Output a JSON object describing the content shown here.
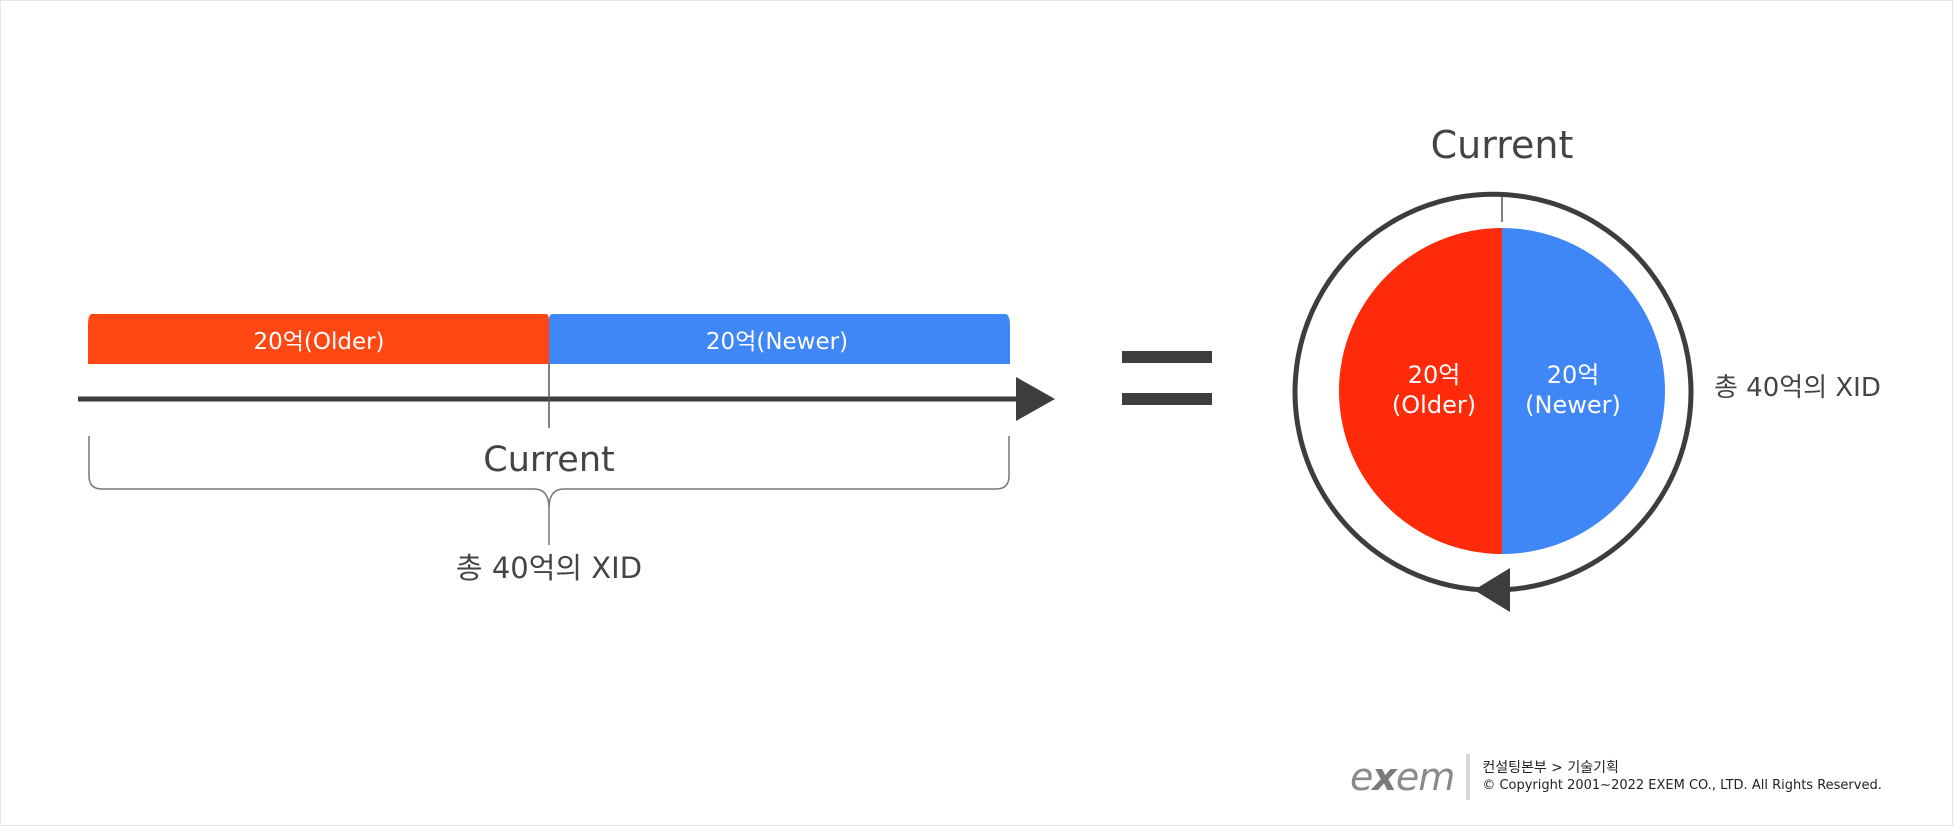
{
  "diagram": {
    "linear": {
      "older_label": "20억(Older)",
      "newer_label": "20억(Newer)",
      "current_label": "Current",
      "total_label": "총 40억의 XID"
    },
    "equals_symbol": "=",
    "circular": {
      "current_label": "Current",
      "older_line1": "20억",
      "older_line2": "(Older)",
      "newer_line1": "20억",
      "newer_line2": "(Newer)",
      "total_label": "총 40억의 XID"
    },
    "colors": {
      "older_bar": "#ff4714",
      "newer": "#3f86f7",
      "older_circle": "#ff2a0a",
      "line": "#3d3d3d"
    }
  },
  "footer": {
    "logo": "exem",
    "department": "컨설팅본부 > 기술기획",
    "copyright": "© Copyright 2001~2022 EXEM CO., LTD. All Rights Reserved."
  }
}
